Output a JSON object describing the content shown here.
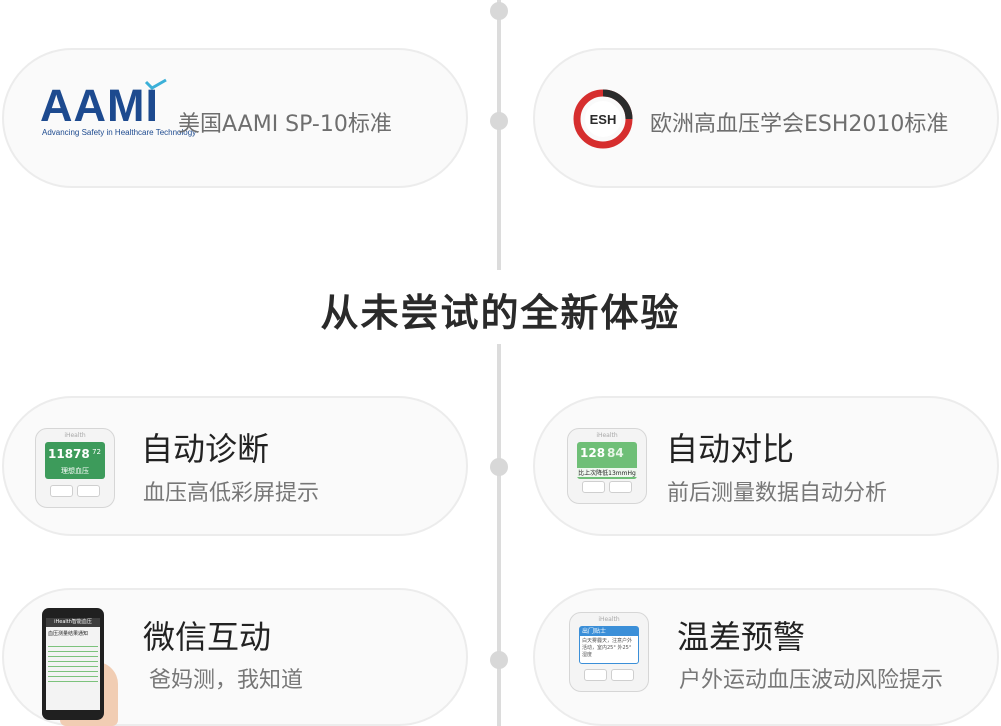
{
  "standards": [
    {
      "logo_text": "AAMI",
      "logo_tagline": "Advancing Safety in Healthcare Technology",
      "label": "美国AAMI SP-10标准"
    },
    {
      "logo_text": "ESH",
      "label": "欧洲高血压学会ESH2010标准"
    }
  ],
  "headline": "从未尝试的全新体验",
  "features": [
    {
      "title": "自动诊断",
      "subtitle": "血压高低彩屏提示",
      "device": {
        "brand": "iHealth",
        "sys": "118",
        "dia": "78",
        "pulse": "72",
        "message": "理想血压",
        "screen_color": "#3d9b5b"
      }
    },
    {
      "title": "自动对比",
      "subtitle": "前后测量数据自动分析",
      "device": {
        "brand": "iHealth",
        "sys": "128",
        "dia": "84",
        "message": "比上次降低13mmHg",
        "screen_color": "#6fbf77"
      }
    },
    {
      "title": "微信互动",
      "subtitle": "爸妈测，我知道",
      "phone": {
        "header": "iHealth智能血压",
        "notice_title": "血压测量结果通知"
      }
    },
    {
      "title": "温差预警",
      "subtitle": "户外运动血压波动风险提示",
      "device": {
        "brand": "iHealth",
        "message_title": "出门贴士",
        "message": "白天雾霾天，注意户外活动，室内25° 外25° 湿度",
        "screen_color": "#3b8fd8"
      }
    }
  ]
}
